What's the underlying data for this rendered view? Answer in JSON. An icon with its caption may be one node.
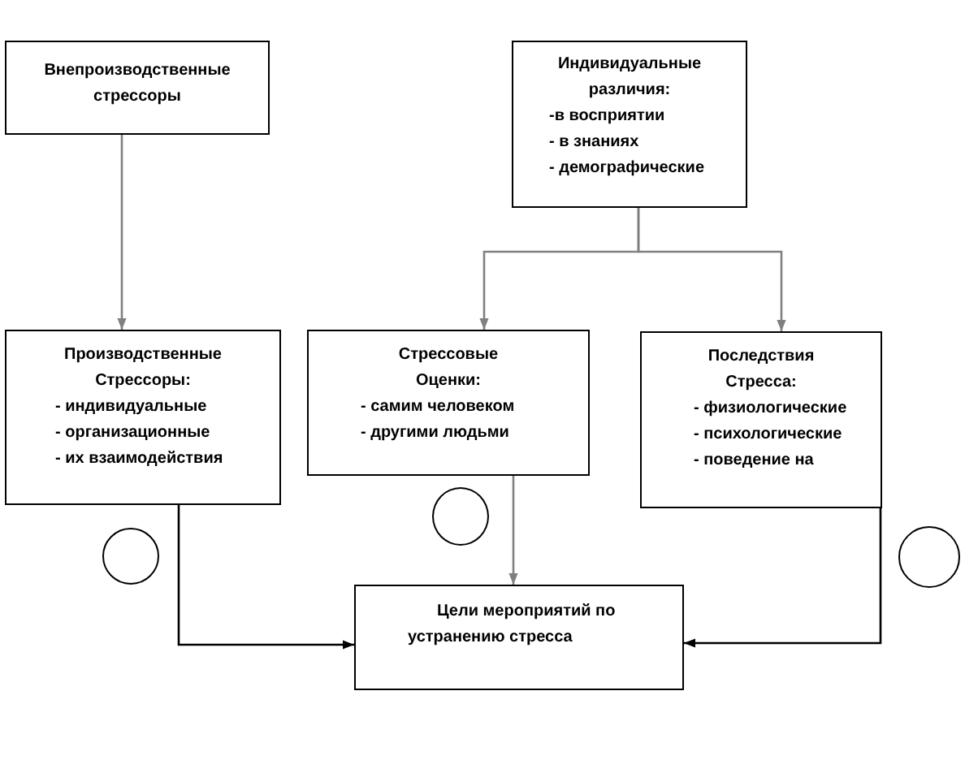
{
  "diagram": {
    "nodes": [
      {
        "text": [
          "Внепроизводственные стрессоры"
        ]
      },
      {
        "text": [
          "Индивидуальные различия:",
          "-в восприятии",
          "- в знаниях",
          "- демографические"
        ]
      },
      {
        "text": [
          "Производственные Стрессоры:",
          "- индивидуальные",
          "- организационные",
          "- их взаимодействия"
        ]
      },
      {
        "text": [
          "Стрессовые Оценки:",
          "- самим человеком",
          "- другими людьми"
        ]
      },
      {
        "text": [
          "Последствия Стресса:",
          "- физиологические",
          "- психологические",
          "- поведение на"
        ]
      },
      {
        "text": [
          "Цели мероприятий по устранению стресса"
        ]
      },
      {
        "text": [],
        "shape": "circle"
      },
      {
        "text": [],
        "shape": "circle"
      },
      {
        "text": [],
        "shape": "circle"
      }
    ],
    "edges": [
      {
        "from": 0,
        "to": 2,
        "arrow": "to"
      },
      {
        "from": 1,
        "to": 3,
        "arrow": "to"
      },
      {
        "from": 1,
        "to": 4,
        "arrow": "to"
      },
      {
        "from": 2,
        "to": 5,
        "arrow": "to",
        "color": "#000000"
      },
      {
        "from": 3,
        "to": 5,
        "arrow": "to"
      },
      {
        "from": 4,
        "to": 5,
        "arrow": "to",
        "color": "#000000"
      }
    ]
  }
}
